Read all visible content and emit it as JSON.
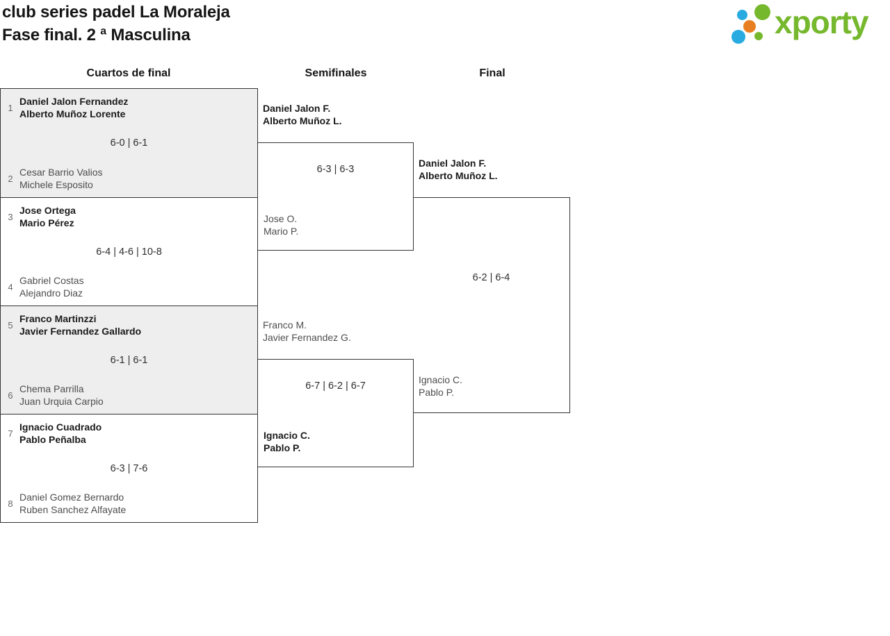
{
  "page": {
    "title_line1": "club series padel La Moraleja",
    "title_line2": "Fase final. 2 ª Masculina"
  },
  "logo": {
    "text": "xporty",
    "green": "#76b82d",
    "blue": "#29abe2",
    "orange": "#e87f22"
  },
  "round_headers": {
    "quarterfinals": "Cuartos de final",
    "semifinals": "Semifinales",
    "final": "Final"
  },
  "quarterfinals": [
    {
      "seed_top": "1",
      "team_top_line1": "Daniel Jalon Fernandez",
      "team_top_line2": "Alberto Muñoz Lorente",
      "score": "6-0 | 6-1",
      "seed_bottom": "2",
      "team_bottom_line1": "Cesar Barrio Valios",
      "team_bottom_line2": "Michele Esposito",
      "winner": "top"
    },
    {
      "seed_top": "3",
      "team_top_line1": "Jose Ortega",
      "team_top_line2": "Mario Pérez",
      "score": "6-4 | 4-6 | 10-8",
      "seed_bottom": "4",
      "team_bottom_line1": "Gabriel Costas",
      "team_bottom_line2": "Alejandro Diaz",
      "winner": "top"
    },
    {
      "seed_top": "5",
      "team_top_line1": "Franco Martinzzi",
      "team_top_line2": "Javier Fernandez Gallardo",
      "score": "6-1 | 6-1",
      "seed_bottom": "6",
      "team_bottom_line1": "Chema Parrilla",
      "team_bottom_line2": "Juan Urquia Carpio",
      "winner": "top"
    },
    {
      "seed_top": "7",
      "team_top_line1": "Ignacio Cuadrado",
      "team_top_line2": "Pablo Peñalba",
      "score": "6-3 | 7-6",
      "seed_bottom": "8",
      "team_bottom_line1": "Daniel Gomez Bernardo",
      "team_bottom_line2": "Ruben Sanchez Alfayate",
      "winner": "top"
    }
  ],
  "semifinals": [
    {
      "team_top_line1": "Daniel Jalon F.",
      "team_top_line2": "Alberto Muñoz L.",
      "score": "6-3 | 6-3",
      "team_bottom_line1": "Jose O.",
      "team_bottom_line2": "Mario P.",
      "winner": "top"
    },
    {
      "team_top_line1": "Franco M.",
      "team_top_line2": "Javier Fernandez G.",
      "score": "6-7 | 6-2 | 6-7",
      "team_bottom_line1": "Ignacio C.",
      "team_bottom_line2": "Pablo P.",
      "winner": "bottom"
    }
  ],
  "final": {
    "team_top_line1": "Daniel Jalon F.",
    "team_top_line2": "Alberto Muñoz L.",
    "score": "6-2 | 6-4",
    "team_bottom_line1": "Ignacio C.",
    "team_bottom_line2": "Pablo P.",
    "winner": "top"
  }
}
